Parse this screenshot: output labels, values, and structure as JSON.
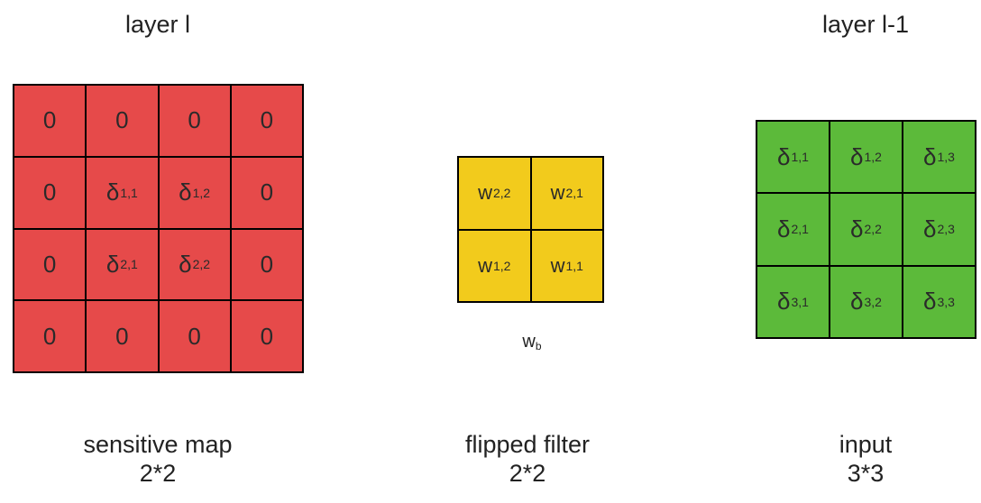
{
  "left": {
    "heading": "layer l",
    "caption_line1": "sensitive map",
    "caption_line2": "2*2",
    "color": "#e64a4a",
    "cells": [
      [
        {
          "base": "0",
          "sub": ""
        },
        {
          "base": "0",
          "sub": ""
        },
        {
          "base": "0",
          "sub": ""
        },
        {
          "base": "0",
          "sub": ""
        }
      ],
      [
        {
          "base": "0",
          "sub": ""
        },
        {
          "base": "δ",
          "sub": "1,1"
        },
        {
          "base": "δ",
          "sub": "1,2"
        },
        {
          "base": "0",
          "sub": ""
        }
      ],
      [
        {
          "base": "0",
          "sub": ""
        },
        {
          "base": "δ",
          "sub": "2,1"
        },
        {
          "base": "δ",
          "sub": "2,2"
        },
        {
          "base": "0",
          "sub": ""
        }
      ],
      [
        {
          "base": "0",
          "sub": ""
        },
        {
          "base": "0",
          "sub": ""
        },
        {
          "base": "0",
          "sub": ""
        },
        {
          "base": "0",
          "sub": ""
        }
      ]
    ]
  },
  "middle": {
    "caption_line1": "flipped filter",
    "caption_line2": "2*2",
    "filter_label_base": "w",
    "filter_label_sub": "b",
    "color": "#f2cb1c",
    "cells": [
      [
        {
          "base": "w",
          "sub": "2,2"
        },
        {
          "base": "w",
          "sub": "2,1"
        }
      ],
      [
        {
          "base": "w",
          "sub": "1,2"
        },
        {
          "base": "w",
          "sub": "1,1"
        }
      ]
    ]
  },
  "right": {
    "heading": "layer l-1",
    "caption_line1": "input",
    "caption_line2": "3*3",
    "color": "#5cba3a",
    "cells": [
      [
        {
          "base": "δ",
          "sub": "1,1"
        },
        {
          "base": "δ",
          "sub": "1,2"
        },
        {
          "base": "δ",
          "sub": "1,3"
        }
      ],
      [
        {
          "base": "δ",
          "sub": "2,1"
        },
        {
          "base": "δ",
          "sub": "2,2"
        },
        {
          "base": "δ",
          "sub": "2,3"
        }
      ],
      [
        {
          "base": "δ",
          "sub": "3,1"
        },
        {
          "base": "δ",
          "sub": "3,2"
        },
        {
          "base": "δ",
          "sub": "3,3"
        }
      ]
    ]
  }
}
